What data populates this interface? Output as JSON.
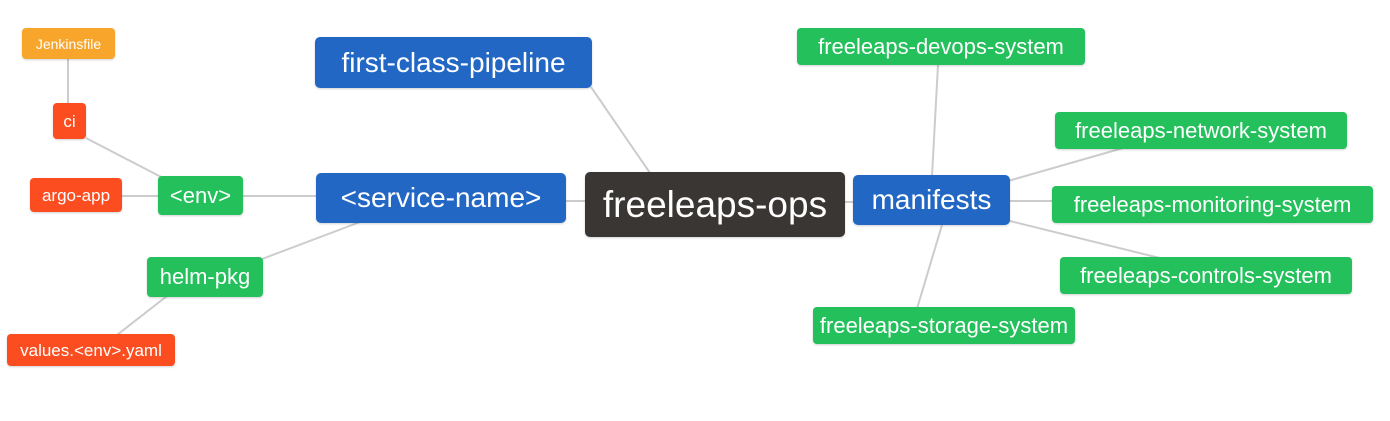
{
  "diagram": {
    "type": "mindmap",
    "root": {
      "label": "freeleaps-ops"
    },
    "nodes": {
      "first_class_pipeline": {
        "label": "first-class-pipeline",
        "level": 1
      },
      "service_name": {
        "label": "<service-name>",
        "level": 1
      },
      "manifests": {
        "label": "manifests",
        "level": 1
      },
      "env": {
        "label": "<env>",
        "level": 2
      },
      "helm_pkg": {
        "label": "helm-pkg",
        "level": 2
      },
      "ci": {
        "label": "ci",
        "level": 3
      },
      "argo_app": {
        "label": "argo-app",
        "level": 3
      },
      "values_env_yaml": {
        "label": "values.<env>.yaml",
        "level": 3
      },
      "jenkinsfile": {
        "label": "Jenkinsfile",
        "level": 4
      },
      "devops_system": {
        "label": "freeleaps-devops-system",
        "level": 2
      },
      "network_system": {
        "label": "freeleaps-network-system",
        "level": 2
      },
      "monitoring_system": {
        "label": "freeleaps-monitoring-system",
        "level": 2
      },
      "controls_system": {
        "label": "freeleaps-controls-system",
        "level": 2
      },
      "storage_system": {
        "label": "freeleaps-storage-system",
        "level": 2
      }
    },
    "edges": [
      "jenkinsfile - ci",
      "ci - env",
      "argo-app - env",
      "env - service-name",
      "service-name - helm-pkg",
      "helm-pkg - values.<env>.yaml",
      "first-class-pipeline - freeleaps-ops",
      "service-name - freeleaps-ops",
      "freeleaps-ops - manifests",
      "manifests - freeleaps-devops-system",
      "manifests - freeleaps-network-system",
      "manifests - freeleaps-monitoring-system",
      "manifests - freeleaps-controls-system",
      "manifests - freeleaps-storage-system"
    ],
    "colors": {
      "root_bg": "#3a3633",
      "level1_bg": "#2267c4",
      "level2_bg": "#23c05c",
      "level3_bg": "#fb4d20",
      "level4_bg": "#f8a62b",
      "edge": "#cccccc",
      "text": "#ffffff",
      "background": "#ffffff"
    }
  }
}
